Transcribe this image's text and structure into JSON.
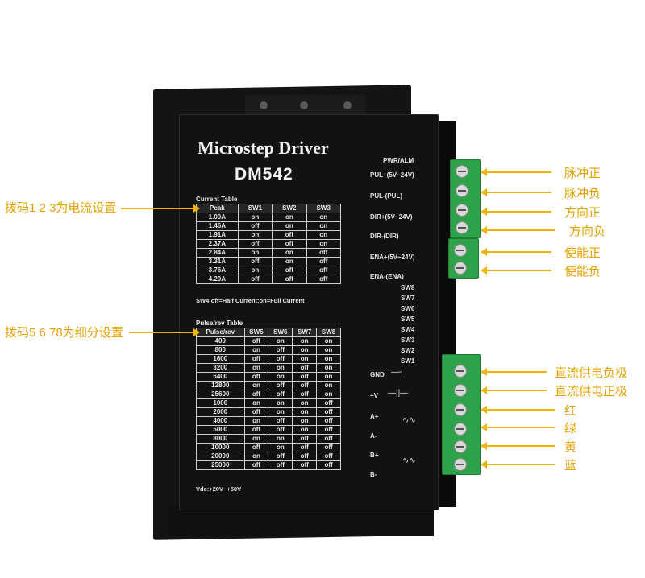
{
  "device": {
    "title": "Microstep Driver",
    "model": "DM542",
    "current_table": {
      "title": "Current Table",
      "headers": [
        "Peak",
        "SW1",
        "SW2",
        "SW3"
      ],
      "rows": [
        [
          "1.00A",
          "on",
          "on",
          "on"
        ],
        [
          "1.46A",
          "off",
          "on",
          "on"
        ],
        [
          "1.91A",
          "on",
          "off",
          "on"
        ],
        [
          "2.37A",
          "off",
          "off",
          "on"
        ],
        [
          "2.84A",
          "on",
          "on",
          "off"
        ],
        [
          "3.31A",
          "off",
          "on",
          "off"
        ],
        [
          "3.76A",
          "on",
          "off",
          "off"
        ],
        [
          "4.20A",
          "off",
          "off",
          "off"
        ]
      ],
      "note": "SW4:off=Half Current;on=Full Current"
    },
    "pulse_table": {
      "title": "Pulse/rev Table",
      "headers": [
        "Pulse/rev",
        "SW5",
        "SW6",
        "SW7",
        "SW8"
      ],
      "rows": [
        [
          "400",
          "off",
          "on",
          "on",
          "on"
        ],
        [
          "800",
          "on",
          "off",
          "on",
          "on"
        ],
        [
          "1600",
          "off",
          "off",
          "on",
          "on"
        ],
        [
          "3200",
          "on",
          "on",
          "off",
          "on"
        ],
        [
          "6400",
          "off",
          "on",
          "off",
          "on"
        ],
        [
          "12800",
          "on",
          "off",
          "off",
          "on"
        ],
        [
          "25600",
          "off",
          "off",
          "off",
          "on"
        ],
        [
          "1000",
          "on",
          "on",
          "on",
          "off"
        ],
        [
          "2000",
          "off",
          "on",
          "on",
          "off"
        ],
        [
          "4000",
          "on",
          "off",
          "on",
          "off"
        ],
        [
          "5000",
          "off",
          "off",
          "on",
          "off"
        ],
        [
          "8000",
          "on",
          "on",
          "off",
          "off"
        ],
        [
          "10000",
          "off",
          "on",
          "off",
          "off"
        ],
        [
          "20000",
          "on",
          "off",
          "off",
          "off"
        ],
        [
          "25000",
          "off",
          "off",
          "off",
          "off"
        ]
      ]
    },
    "vdc": "Vdc:+20V~+50V",
    "signal_labels": [
      "PWR/ALM",
      "PUL+(5V~24V)",
      "PUL-(PUL)",
      "DIR+(5V~24V)",
      "DIR-(DIR)",
      "ENA+(5V~24V)",
      "ENA-(ENA)"
    ],
    "switch_labels": [
      "SW8",
      "SW7",
      "SW6",
      "SW5",
      "SW4",
      "SW3",
      "SW2",
      "SW1"
    ],
    "power_labels": [
      "GND",
      "+V",
      "A+",
      "A-",
      "B+",
      "B-"
    ]
  },
  "annotations": {
    "left_top": "拨码1 2 3为电流设置",
    "left_bottom": "拨码5 6 78为细分设置",
    "right": [
      "脉冲正",
      "脉冲负",
      "方向正",
      "方向负",
      "使能正",
      "使能负",
      "直流供电负极",
      "直流供电正极",
      "红",
      "绿",
      "黄",
      "蓝"
    ]
  },
  "colors": {
    "annotation": "#f0b400",
    "terminal": "#2ea24a",
    "body": "#121212"
  }
}
